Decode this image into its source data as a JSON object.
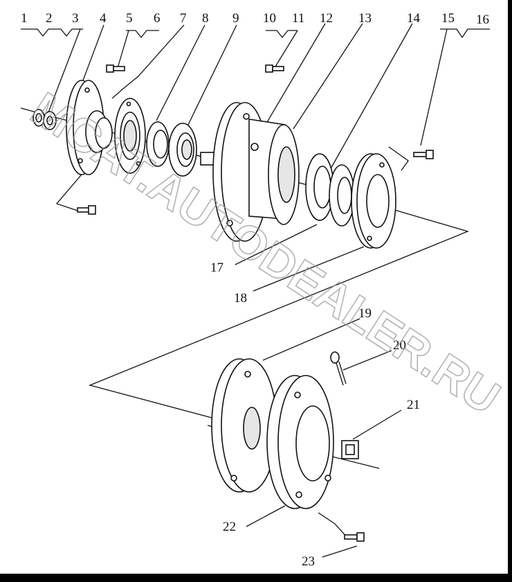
{
  "diagram": {
    "callouts": [
      "1",
      "2",
      "3",
      "4",
      "5",
      "6",
      "7",
      "8",
      "9",
      "10",
      "11",
      "12",
      "13",
      "14",
      "15",
      "16",
      "17",
      "18",
      "19",
      "20",
      "21",
      "22",
      "23"
    ],
    "watermark": "MCAT.AUTODEALER.RU"
  },
  "colors": {
    "ink": "#111111",
    "paper": "#ffffff",
    "frame": "#000000",
    "watermark": "#9a9a9a"
  }
}
